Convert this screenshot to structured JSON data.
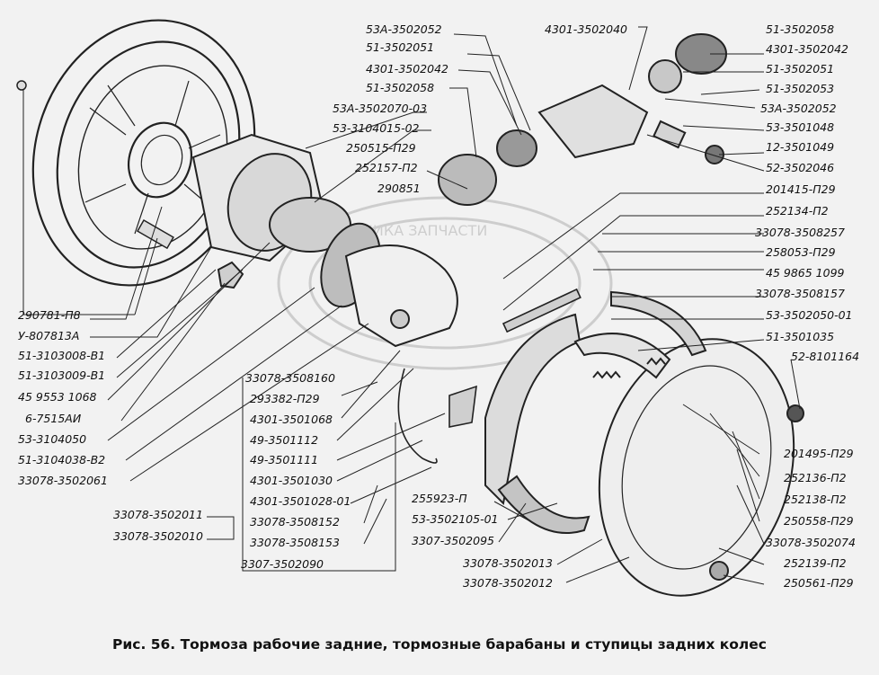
{
  "caption": "Рис. 56. Тормоза рабочие задние, тормозные барабаны и ступицы задних колес",
  "watermark": "ТЕХНИКА  ЗАПЧАСТИ",
  "labels": [
    "53А-3502052",
    "4301-3502040",
    "51-3502058",
    "51-3502051",
    "4301-3502042",
    "51-3502051",
    "4301-3502042",
    "51-3502053",
    "51-3502058",
    "53А-3502052",
    "53А-3502070-03",
    "53-3501048",
    "53-3104015-02",
    "12-3501049",
    "250515-П29",
    "52-3502046",
    "252157-П2",
    "290851",
    "201415-П29",
    "252134-П2",
    "33078-3508257",
    "258053-П29",
    "45 9865 1099",
    "33078-3508157",
    "53-3502050-01",
    "51-3501035",
    "52-8101164",
    "290781-П8",
    "У-807813А",
    "51-3103008-В1",
    "51-3103009-В1",
    "45 9553 1068",
    "6-7515АИ",
    "53-3104050",
    "51-3104038-В2",
    "33078-3502061",
    "33078-3508160",
    "293382-П29",
    "4301-3501068",
    "49-3501112",
    "49-3501111",
    "4301-3501030",
    "4301-3501028-01",
    "255923-П",
    "53-3502105-01",
    "33078-3502011",
    "33078-3502010",
    "33078-3508152",
    "33078-3508153",
    "3307-3502095",
    "3307-3502090",
    "33078-3502013",
    "33078-3502012",
    "201495-П29",
    "252136-П2",
    "252138-П2",
    "250558-П29",
    "33078-3502074",
    "252139-П2",
    "250561-П29"
  ]
}
